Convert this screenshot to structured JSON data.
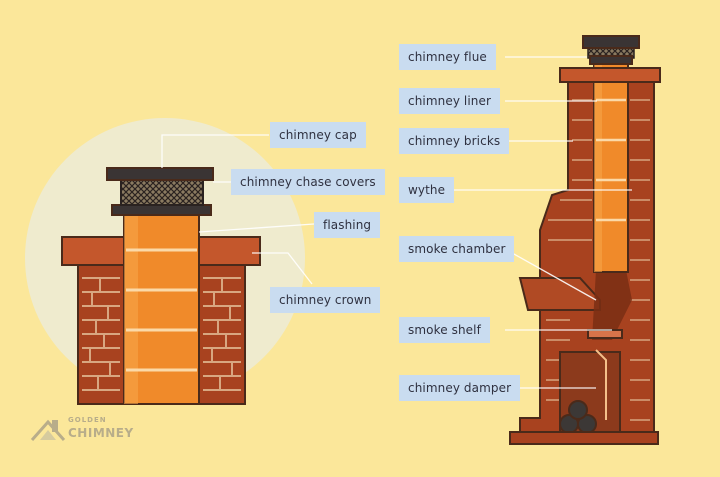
{
  "colors": {
    "background": "#fbe79a",
    "label_bg": "#c9dcf0",
    "brick": "#b04a24",
    "flue": "#f08a2a",
    "outline": "#4a2a1a"
  },
  "left_labels": {
    "cap": "chimney cap",
    "chase": "chimney chase covers",
    "flashing": "flashing",
    "crown": "chimney crown"
  },
  "right_labels": {
    "flue": "chimney flue",
    "liner": "chimney liner",
    "bricks": "chimney bricks",
    "wythe": "wythe",
    "smoke_chamber": "smoke chamber",
    "smoke_shelf": "smoke shelf",
    "damper": "chimney damper"
  },
  "logo": {
    "top": "GOLDEN",
    "bottom": "CHIMNEY"
  }
}
